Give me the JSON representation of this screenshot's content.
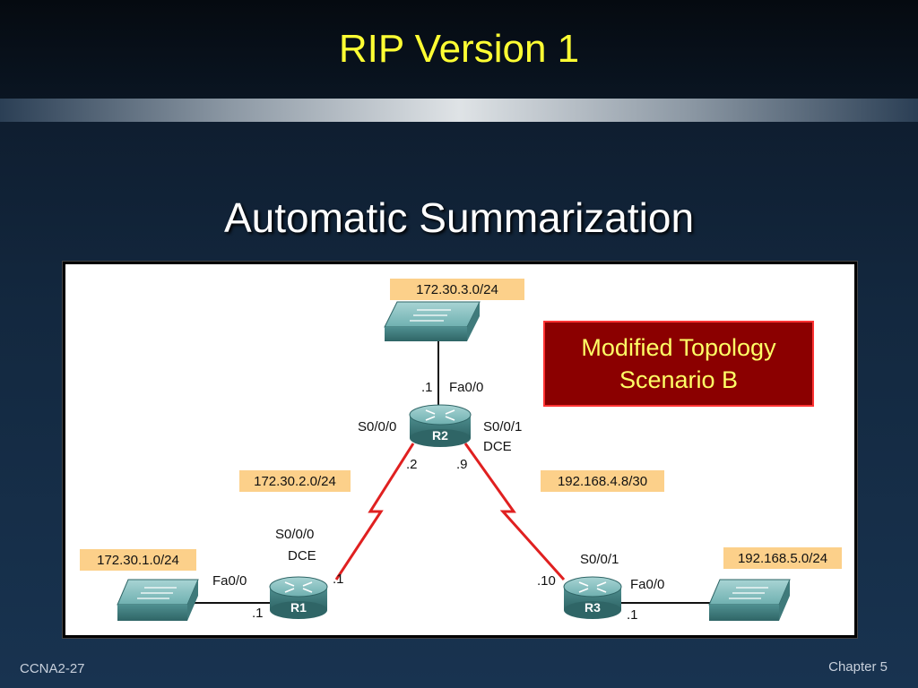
{
  "slide": {
    "title": "RIP Version 1",
    "subtitle": "Automatic Summarization",
    "footer_left": "CCNA2-27",
    "footer_right": "Chapter 5"
  },
  "callout": {
    "line1": "Modified Topology",
    "line2": "Scenario B"
  },
  "routers": {
    "r1": "R1",
    "r2": "R2",
    "r3": "R3"
  },
  "networks": {
    "r2_lan": "172.30.3.0/24",
    "r1_lan": "172.30.1.0/24",
    "r1_r2_link": "172.30.2.0/24",
    "r2_r3_link": "192.168.4.8/30",
    "r3_lan": "192.168.5.0/24"
  },
  "labels": {
    "r2_fa_host": ".1",
    "r2_fa": "Fa0/0",
    "r2_s000": "S0/0/0",
    "r2_s001": "S0/0/1",
    "r2_s001_dce": "DCE",
    "r2_s000_host": ".2",
    "r2_s001_host": ".9",
    "r1_s000": "S0/0/0",
    "r1_s000_dce": "DCE",
    "r1_s000_host": ".1",
    "r1_fa": "Fa0/0",
    "r1_fa_host": ".1",
    "r3_s001": "S0/0/1",
    "r3_s001_host": ".10",
    "r3_fa": "Fa0/0",
    "r3_fa_host": ".1"
  },
  "colors": {
    "title": "#ffff33",
    "net_label_bg": "#fcd08a",
    "serial_link": "#e02020",
    "callout_bg": "#8b0000",
    "callout_border": "#ff3333",
    "device_body": "#5f9ea0"
  }
}
